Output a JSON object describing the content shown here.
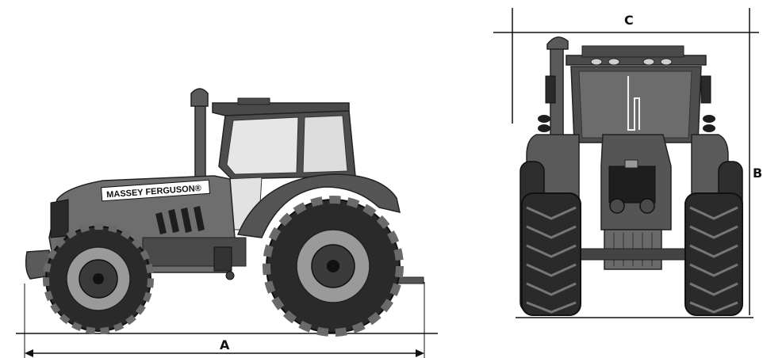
{
  "brand": {
    "decal_text": "MASSEY FERGUSON®"
  },
  "dimensions": {
    "length_label": "A",
    "height_label": "B",
    "width_label": "C"
  },
  "colors": {
    "body": "#6e6e6e",
    "body_dark": "#3d3d3d",
    "tire": "#2a2a2a",
    "rim": "#9a9a9a",
    "glass": "#e6e6e6",
    "line": "#111111"
  }
}
